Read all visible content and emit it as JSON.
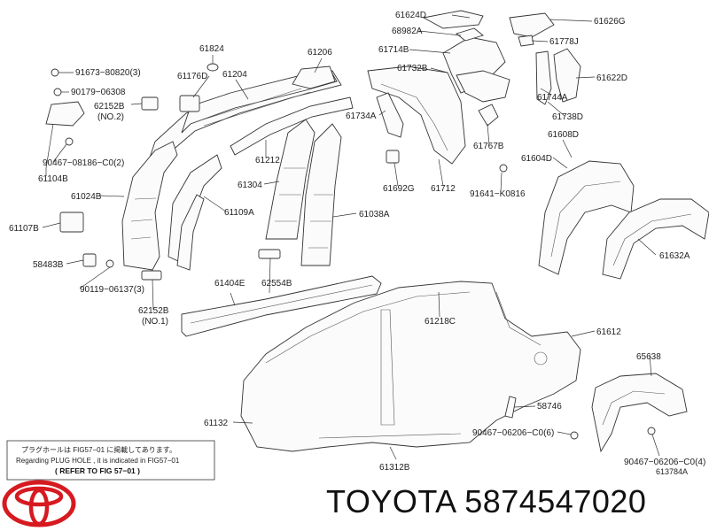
{
  "labels": [
    {
      "id": "61624D",
      "text": "61624D"
    },
    {
      "id": "61626G",
      "text": "61626G"
    },
    {
      "id": "68982A",
      "text": "68982A"
    },
    {
      "id": "61778J",
      "text": "61778J"
    },
    {
      "id": "61824",
      "text": "61824"
    },
    {
      "id": "61206",
      "text": "61206"
    },
    {
      "id": "61714B",
      "text": "61714B"
    },
    {
      "id": "91673",
      "text": "91673−80820(3)"
    },
    {
      "id": "61176D",
      "text": "61176D"
    },
    {
      "id": "61204",
      "text": "61204"
    },
    {
      "id": "61732B",
      "text": "61732B"
    },
    {
      "id": "61622D",
      "text": "61622D"
    },
    {
      "id": "90179",
      "text": "90179−06308"
    },
    {
      "id": "62152B_top",
      "text": "62152B"
    },
    {
      "id": "no2",
      "text": "(NO.2)"
    },
    {
      "id": "61744A",
      "text": "61744A"
    },
    {
      "id": "61734A",
      "text": "61734A"
    },
    {
      "id": "61738D",
      "text": "61738D"
    },
    {
      "id": "61608D",
      "text": "61608D"
    },
    {
      "id": "61767B",
      "text": "61767B"
    },
    {
      "id": "61604D",
      "text": "61604D"
    },
    {
      "id": "90467_c2",
      "text": "90467−08186−C0(2)"
    },
    {
      "id": "61212",
      "text": "61212"
    },
    {
      "id": "61104B",
      "text": "61104B"
    },
    {
      "id": "61692G",
      "text": "61692G"
    },
    {
      "id": "61712",
      "text": "61712"
    },
    {
      "id": "91641",
      "text": "91641−K0816"
    },
    {
      "id": "61304",
      "text": "61304"
    },
    {
      "id": "61024B",
      "text": "61024B"
    },
    {
      "id": "61109A",
      "text": "61109A"
    },
    {
      "id": "61038A",
      "text": "61038A"
    },
    {
      "id": "61107B",
      "text": "61107B"
    },
    {
      "id": "61632A",
      "text": "61632A"
    },
    {
      "id": "58483B",
      "text": "58483B"
    },
    {
      "id": "90119",
      "text": "90119−06137(3)"
    },
    {
      "id": "61404E",
      "text": "61404E"
    },
    {
      "id": "62554B",
      "text": "62554B"
    },
    {
      "id": "62152B_bot",
      "text": "62152B"
    },
    {
      "id": "no1",
      "text": "(NO.1)"
    },
    {
      "id": "61218C",
      "text": "61218C"
    },
    {
      "id": "61612",
      "text": "61612"
    },
    {
      "id": "65638",
      "text": "65638"
    },
    {
      "id": "58746",
      "text": "58746"
    },
    {
      "id": "61132",
      "text": "61132"
    },
    {
      "id": "90467_c6",
      "text": "90467−06206−C0(6)"
    },
    {
      "id": "90467_c4",
      "text": "90467−06206−C0(4)"
    },
    {
      "id": "61312B",
      "text": "61312B"
    }
  ],
  "note": {
    "line1": "プラグホールは FIG57−01 に掲載してあります。",
    "line2": "Regarding  PLUG HOLE , it is indicated in FIG57−01",
    "line3": "( REFER TO FIG 57−01 )"
  },
  "ref_code": "613784A",
  "brand": "TOYOTA 5874547020",
  "colors": {
    "logo": "#d71920",
    "line": "#333333"
  }
}
